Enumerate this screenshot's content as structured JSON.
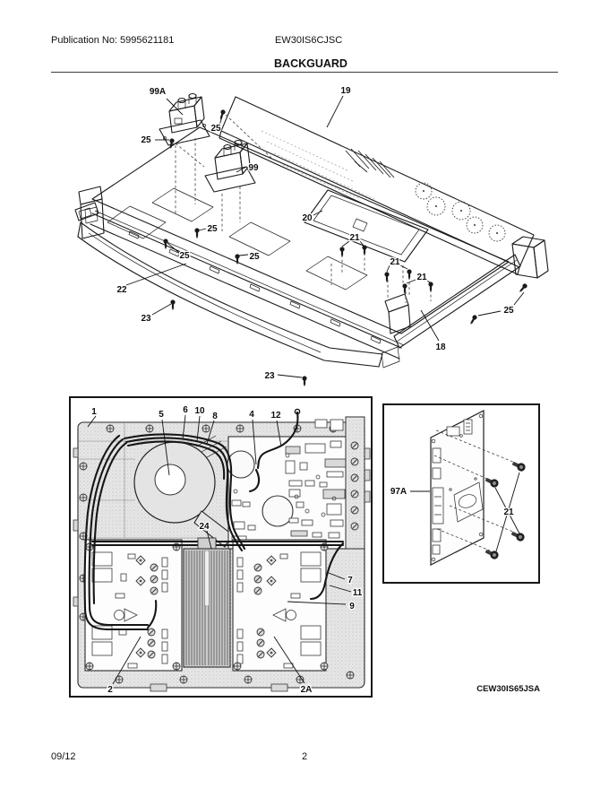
{
  "header": {
    "publication": "Publication No: 5995621181",
    "model": "EW30IS6CJSC",
    "section_title": "BACKGUARD"
  },
  "footer": {
    "date": "09/12",
    "page_number": "2"
  },
  "figure_code": "CEW30IS65JSA",
  "figures": {
    "exploded": {
      "callouts": {
        "n18": "18",
        "n19": "19",
        "n20": "20",
        "n21": "21",
        "n22": "22",
        "n23": "23",
        "n25": "25",
        "n99": "99",
        "n99a": "99A"
      }
    },
    "module_board": {
      "callouts": {
        "n1": "1",
        "n2": "2",
        "n2a": "2A",
        "n4": "4",
        "n5": "5",
        "n6": "6",
        "n7": "7",
        "n8": "8",
        "n9": "9",
        "n10": "10",
        "n11": "11",
        "n12": "12",
        "n24": "24"
      }
    },
    "control_board": {
      "callouts": {
        "n21": "21",
        "n97a": "97A"
      }
    }
  }
}
